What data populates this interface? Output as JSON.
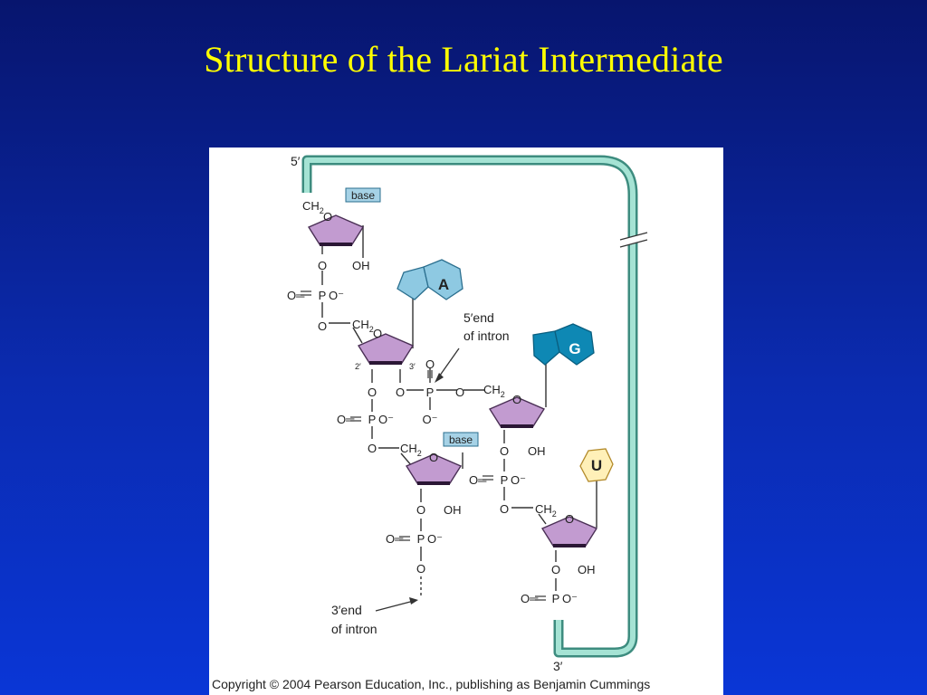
{
  "slide": {
    "title": "Structure of the Lariat Intermediate"
  },
  "figure": {
    "copyright": "Copyright © 2004 Pearson Education, Inc., publishing as Benjamin Cummings",
    "strand_labels": {
      "five_prime": "5′",
      "three_prime": "3′"
    },
    "bases": {
      "A": "A",
      "G": "G",
      "U": "U",
      "generic_top": "base",
      "generic_lower": "base"
    },
    "annotations": {
      "five_end_line1": "5′end",
      "five_end_line2": "of intron",
      "three_end_line1": "3′end",
      "three_end_line2": "of intron"
    },
    "atoms": {
      "O": "O",
      "P": "P",
      "OH": "OH",
      "O_minus": "O⁻",
      "O_double": "O═",
      "CH": "CH",
      "sub2": "2",
      "two_prime": "2′",
      "three_prime": "3′"
    }
  },
  "colors": {
    "background_top": "#07156e",
    "background_bottom": "#0a36d6",
    "title": "#ffff00",
    "sugar": "#c29bd0",
    "lariat_strand": "#7dcfbd",
    "adenine": "#8ec9e2",
    "guanine": "#0e88b4",
    "uracil": "#fff0b8",
    "generic_base": "#a6d2e6"
  }
}
